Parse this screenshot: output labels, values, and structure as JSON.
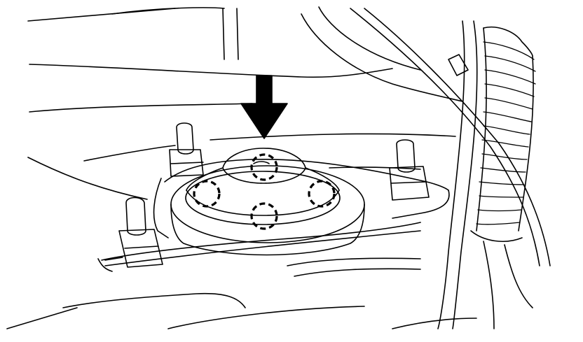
{
  "diagram": {
    "type": "technical-line-illustration",
    "subject": "strut-mount-top-cover",
    "marker_count": 4,
    "arrow_direction": "down",
    "colors": {
      "line": "#000000",
      "background": "#ffffff"
    }
  }
}
